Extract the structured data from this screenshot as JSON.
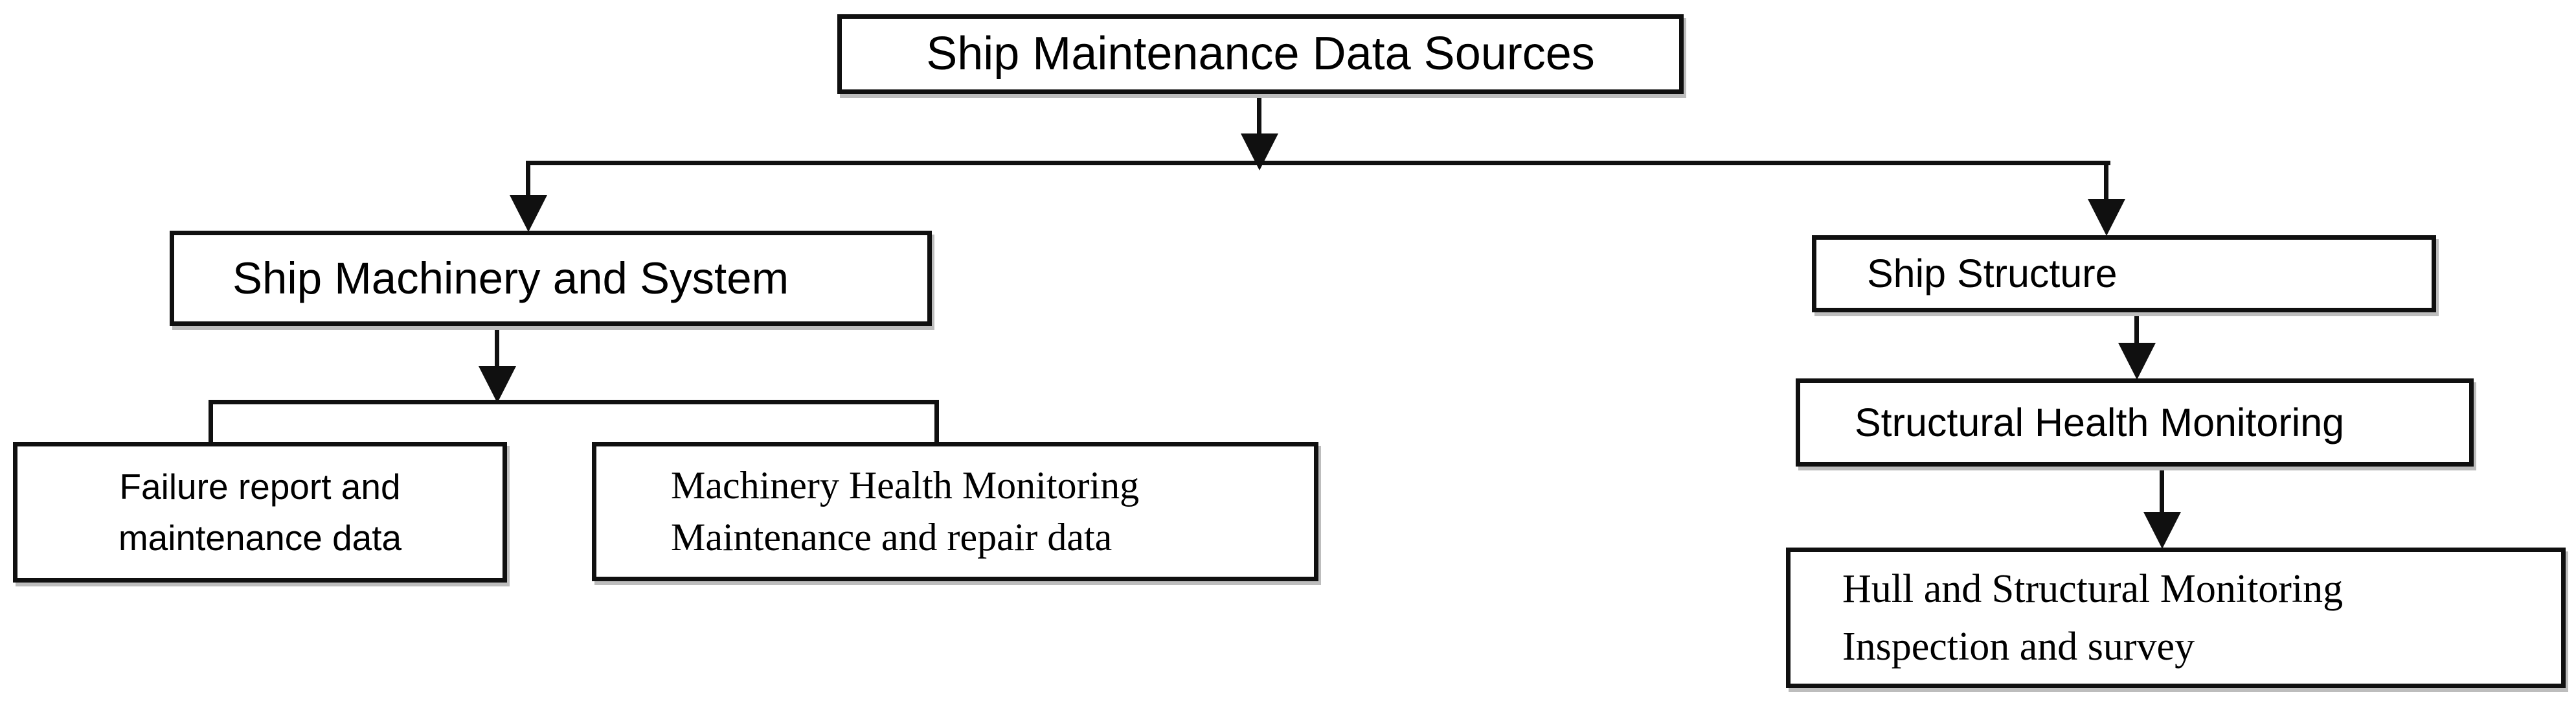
{
  "diagram": {
    "type": "flowchart",
    "background": "#ffffff",
    "colors": {
      "box_border": "#101010",
      "box_fill": "#ffffff",
      "text": "#000000",
      "connector": "#101010",
      "shadow": "#bdbdbd"
    },
    "nodes": {
      "root": {
        "label": "Ship Maintenance Data Sources"
      },
      "ship_machinery": {
        "label": "Ship Machinery and System"
      },
      "failure_report": {
        "lines": [
          "Failure report and",
          "maintenance data"
        ]
      },
      "machinery_health": {
        "lines": [
          "Machinery Health Monitoring",
          "Maintenance and repair data"
        ]
      },
      "ship_structure": {
        "label": "Ship Structure"
      },
      "structural_health": {
        "label": "Structural Health Monitoring"
      },
      "hull": {
        "lines": [
          "Hull and Structural Monitoring",
          "Inspection and survey"
        ]
      }
    },
    "edges": [
      {
        "from": "root",
        "to": "ship_machinery"
      },
      {
        "from": "root",
        "to": "ship_structure"
      },
      {
        "from": "ship_machinery",
        "to": "failure_report"
      },
      {
        "from": "ship_machinery",
        "to": "machinery_health"
      },
      {
        "from": "ship_structure",
        "to": "structural_health"
      },
      {
        "from": "structural_health",
        "to": "hull"
      }
    ]
  }
}
